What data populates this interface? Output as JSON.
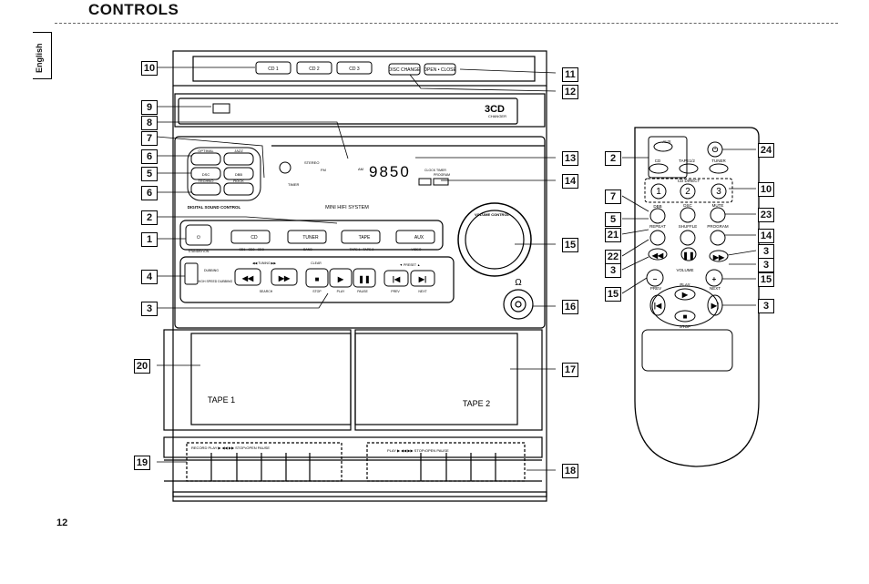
{
  "page": {
    "title": "CONTROLS",
    "page_number": "12",
    "language_tab": "English"
  },
  "unit": {
    "top_buttons": [
      "CD 1",
      "CD 2",
      "CD 3",
      "DISC CHANGE",
      "OPEN • CLOSE"
    ],
    "changer_logo": "3CD",
    "changer_sub": "CHANGER",
    "display": {
      "digits": "9850",
      "stereo": "STEREO",
      "fm": "FM",
      "am": "AM",
      "timer": "TIMER",
      "clock_timer": "CLOCK TIMER",
      "program": "PROGRAM"
    },
    "dsc_buttons": [
      "OPTIMAL",
      "JAZZ",
      "DSC",
      "DBB",
      "TECHNO",
      "ROCK"
    ],
    "dsc_label": "DIGITAL SOUND CONTROL",
    "system_name": "MINI HIFI SYSTEM",
    "volume_label": "VOLUME CONTROL",
    "source_buttons": [
      "CD",
      "TUNER",
      "TAPE",
      "AUX"
    ],
    "source_sublabels": [
      "CD1 • CD2 • CD3",
      "BAND",
      "TAPE 1 • TAPE 2",
      "VIDEO"
    ],
    "standby_label": "STANDBY•ON",
    "dubbing_labels": [
      "DUBBING",
      "HIGH SPEED DUBBING"
    ],
    "transport_top": [
      "◀◀  TUNING  ▶▶",
      "CLEAR",
      "▼  PRESET  ▲"
    ],
    "transport_bottom": [
      "SEARCH",
      "STOP",
      "PLAY",
      "PAUSE",
      "PREV",
      "NEXT"
    ],
    "headphone_symbol": "Ω",
    "tape1": "TAPE 1",
    "tape2": "TAPE 2",
    "deck1_keys": "RECORD  PLAY ▶    ◀◀    ▶▶   STOP•OPEN  PAUSE",
    "deck2_keys": "PLAY ▶     ◀◀    ▶▶   STOP•OPEN  PAUSE"
  },
  "remote": {
    "labels": [
      "AUX",
      "CD",
      "TAPE1/2",
      "TUNER",
      "CD DIRECT",
      "1",
      "2",
      "3",
      "DBB",
      "DSC",
      "MUTE",
      "REPEAT",
      "SHUFFLE",
      "PROGRAM",
      "VOLUME",
      "PREV",
      "PLAY",
      "NEXT",
      "STOP"
    ]
  },
  "callouts": [
    "10",
    "9",
    "8",
    "7",
    "6",
    "5",
    "6",
    "2",
    "1",
    "4",
    "3",
    "20",
    "19",
    "11",
    "12",
    "13",
    "14",
    "15",
    "16",
    "17",
    "18",
    "2",
    "7",
    "5",
    "21",
    "22",
    "3",
    "15",
    "24",
    "10",
    "23",
    "14",
    "3",
    "3",
    "15",
    "3"
  ]
}
